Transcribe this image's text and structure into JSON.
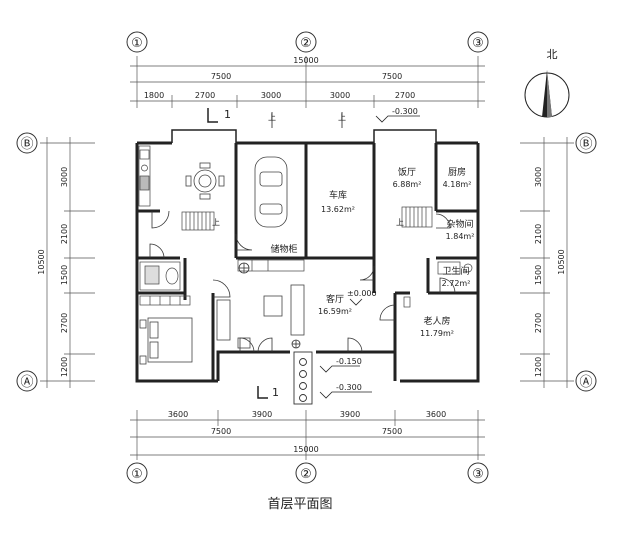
{
  "axes": {
    "col1": "①",
    "col2": "②",
    "col3": "③",
    "rowA": "Ⓐ",
    "rowB": "Ⓑ"
  },
  "dims_top": {
    "total": "15000",
    "halves": [
      "7500",
      "7500"
    ],
    "segments": [
      "1800",
      "2700",
      "3000",
      "3000",
      "2700"
    ]
  },
  "dims_bottom": {
    "segments": [
      "3600",
      "3900",
      "3900",
      "3600"
    ],
    "halves": [
      "7500",
      "7500"
    ],
    "total": "15000"
  },
  "dims_left": {
    "total": "10500",
    "segments": [
      "3000",
      "2100",
      "1500",
      "2700",
      "1200"
    ]
  },
  "dims_right": {
    "total": "10500",
    "segments": [
      "3000",
      "2100",
      "1500",
      "2700",
      "1200"
    ]
  },
  "rooms": {
    "garage": {
      "name": "车库",
      "area": "13.62m²"
    },
    "dining": {
      "name": "饭厅",
      "area": "6.88m²"
    },
    "kitchen": {
      "name": "厨房",
      "area": "4.18m²"
    },
    "storage": {
      "name": "杂物间",
      "area": "1.84m²"
    },
    "bath": {
      "name": "卫生间",
      "area": "2.72m²"
    },
    "living": {
      "name": "客厅",
      "area": "16.59m²"
    },
    "elder": {
      "name": "老人房",
      "area": "11.79m²"
    },
    "cabinet": {
      "name": "储物柜"
    }
  },
  "stair_labels": {
    "left": "上",
    "right": "上"
  },
  "entry_marks": {
    "left": "上",
    "right": "上"
  },
  "levels": {
    "living": "±0.000",
    "porch": "-0.150",
    "top": "-0.300",
    "bottom": "-0.300"
  },
  "section_marks": {
    "top": "1",
    "bottom": "1"
  },
  "north": "北",
  "caption": "首层平面图"
}
